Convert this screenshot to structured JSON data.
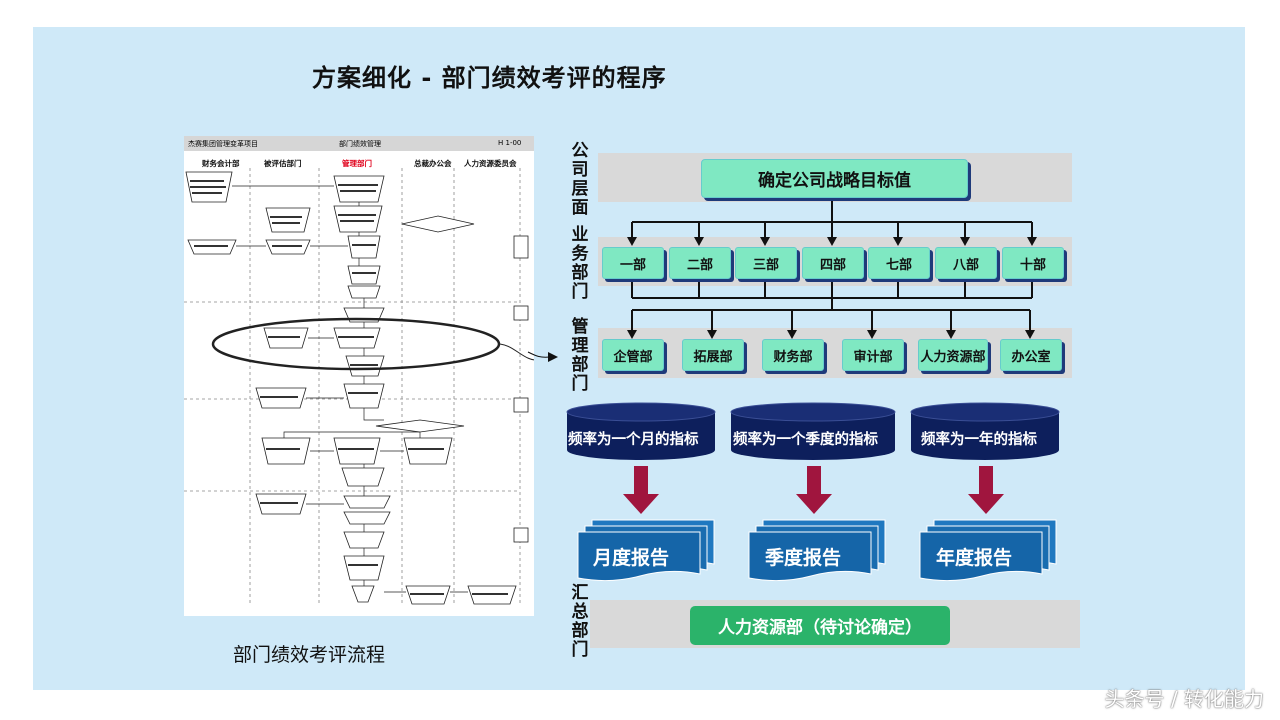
{
  "title": "方案细化 - 部门绩效考评的程序",
  "caption": "部门绩效考评流程",
  "watermark": "头条号 / 转化能力",
  "flowchart": {
    "header_left": "杰赛集团管理变革项目",
    "header_mid": "部门绩效管理",
    "header_right": "H 1-00",
    "columns": [
      "财务会计部",
      "被评估部门",
      "管理部门",
      "总裁办公会",
      "人力资源委员会"
    ]
  },
  "levels": {
    "company": "公司层面",
    "business": "业务部门",
    "management": "管理部门",
    "summary": "汇总部门"
  },
  "top_box": "确定公司战略目标值",
  "business_depts": [
    "一部",
    "二部",
    "三部",
    "四部",
    "七部",
    "八部",
    "十部"
  ],
  "management_depts": [
    "企管部",
    "拓展部",
    "财务部",
    "审计部",
    "人力资源部",
    "办公室"
  ],
  "frequencies": [
    "频率为一个月的指标",
    "频率为一个季度的指标",
    "频率为一年的指标"
  ],
  "reports": [
    "月度报告",
    "季度报告",
    "年度报告"
  ],
  "summary_box": "人力资源部（待讨论确定）",
  "colors": {
    "background": "#cfe9f8",
    "band": "#d9d9d9",
    "box_green": "#7fe8c2",
    "shadow_navy": "#1f3a7a",
    "cylinder": "#0d1f5c",
    "arrow": "#a0153e",
    "report": "#1565a8",
    "summary_green": "#2bb36a"
  }
}
